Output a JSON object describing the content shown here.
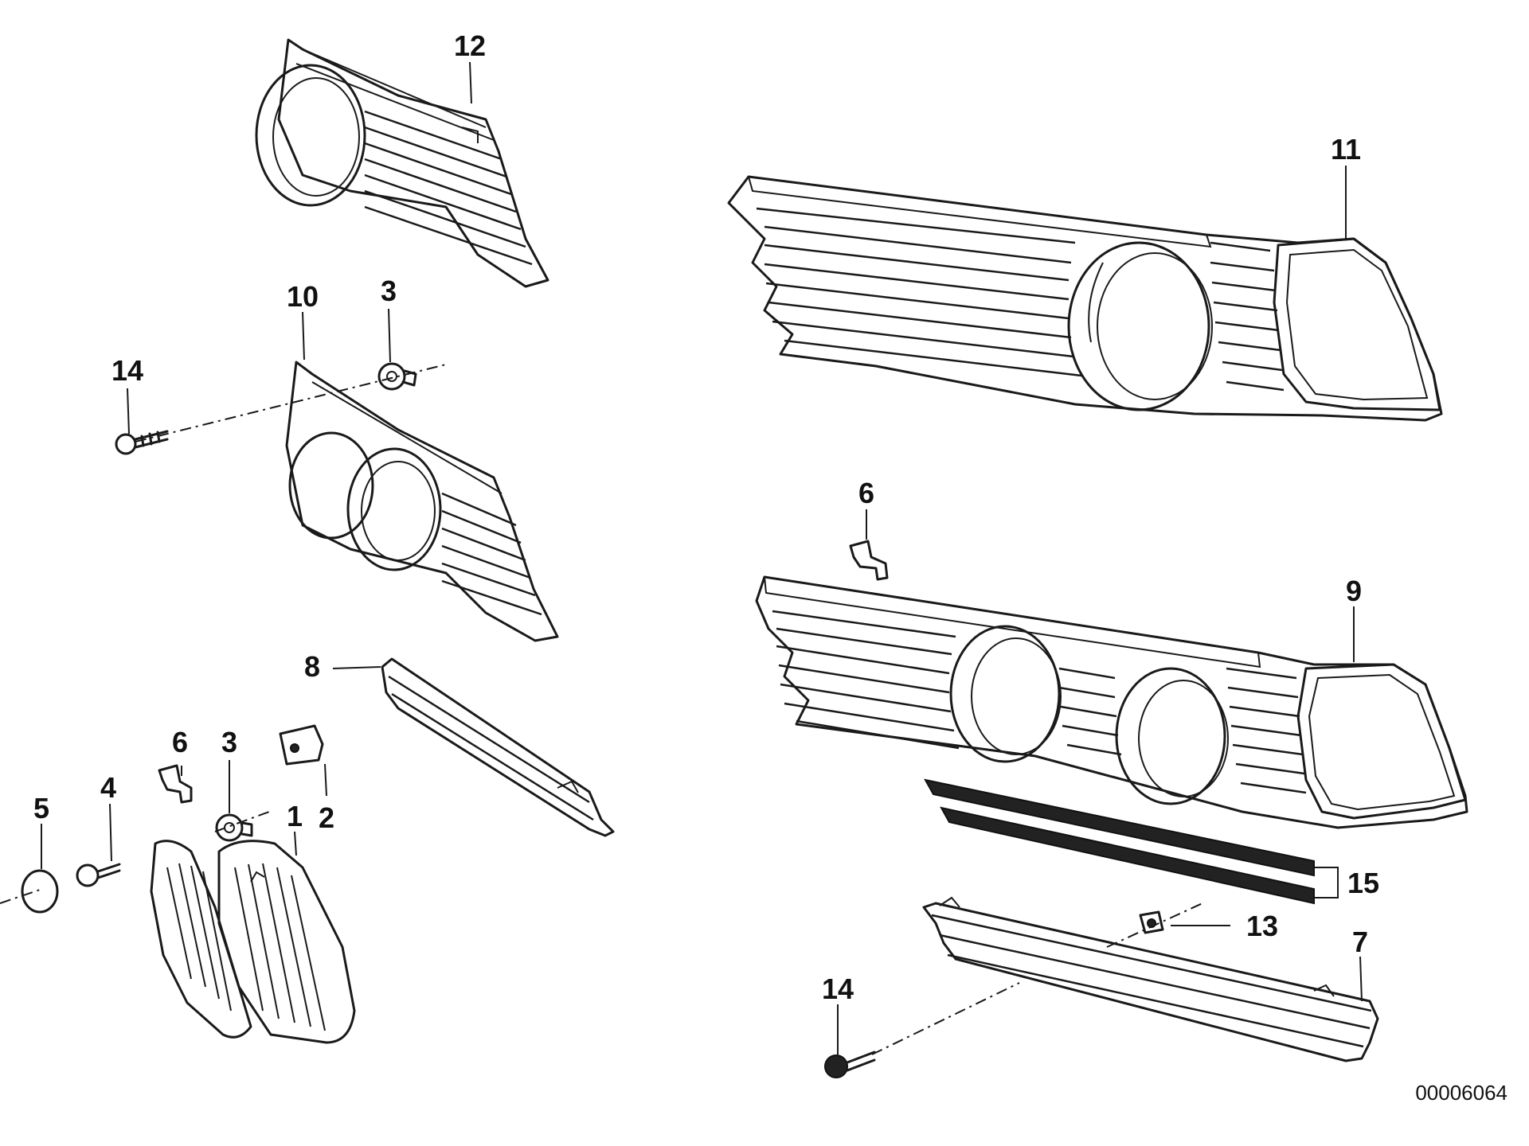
{
  "diagram": {
    "reference_number": "00006064",
    "callouts": [
      {
        "id": "c12",
        "label": "12"
      },
      {
        "id": "c11",
        "label": "11"
      },
      {
        "id": "c10",
        "label": "10"
      },
      {
        "id": "c3a",
        "label": "3"
      },
      {
        "id": "c14a",
        "label": "14"
      },
      {
        "id": "c6a",
        "label": "6"
      },
      {
        "id": "c9",
        "label": "9"
      },
      {
        "id": "c8",
        "label": "8"
      },
      {
        "id": "c6b",
        "label": "6"
      },
      {
        "id": "c3b",
        "label": "3"
      },
      {
        "id": "c5",
        "label": "5"
      },
      {
        "id": "c4",
        "label": "4"
      },
      {
        "id": "c1",
        "label": "1"
      },
      {
        "id": "c2",
        "label": "2"
      },
      {
        "id": "c15",
        "label": "15"
      },
      {
        "id": "c13",
        "label": "13"
      },
      {
        "id": "c7",
        "label": "7"
      },
      {
        "id": "c14b",
        "label": "14"
      }
    ]
  }
}
